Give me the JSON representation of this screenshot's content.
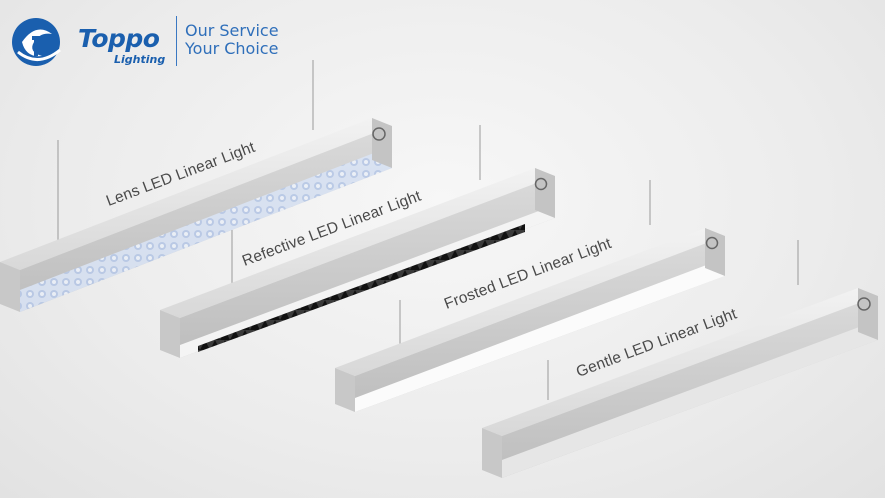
{
  "brand": {
    "name": "Toppo",
    "sub": "Lighting",
    "slogan_line1": "Our Service",
    "slogan_line2": "Your Choice",
    "color": "#1a5fae"
  },
  "products": [
    {
      "label": "Lens LED Linear Light"
    },
    {
      "label": "Refective LED Linear Light"
    },
    {
      "label": "Frosted LED Linear Light"
    },
    {
      "label": "Gentle LED Linear Light"
    }
  ]
}
